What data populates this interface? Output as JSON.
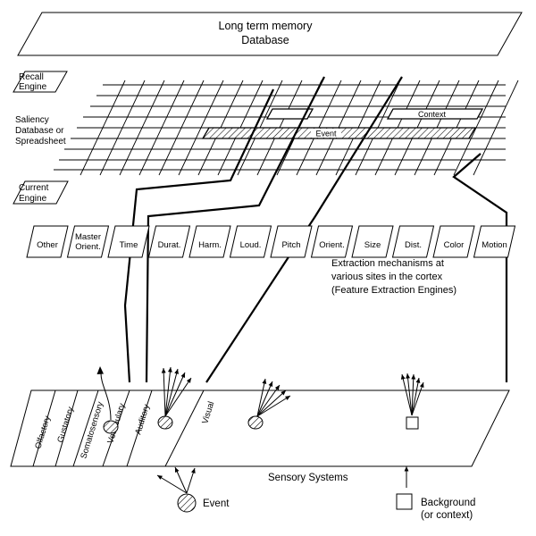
{
  "memory": {
    "line1": "Long term memory",
    "line2": "Database"
  },
  "recall_engine": {
    "line1": "Recall",
    "line2": "Engine"
  },
  "saliency_label": {
    "line1": "Saliency",
    "line2": "Database or",
    "line3": "Spreadsheet"
  },
  "grid_labels": {
    "context": "Context",
    "event": "Event"
  },
  "current_engine": {
    "line1": "Current",
    "line2": "Engine"
  },
  "feature_engines": [
    {
      "lines": [
        "Other"
      ]
    },
    {
      "lines": [
        "Master",
        "Orient."
      ]
    },
    {
      "lines": [
        "Time"
      ]
    },
    {
      "lines": [
        "Durat."
      ]
    },
    {
      "lines": [
        "Harm."
      ]
    },
    {
      "lines": [
        "Loud."
      ]
    },
    {
      "lines": [
        "Pitch"
      ]
    },
    {
      "lines": [
        "Orient."
      ]
    },
    {
      "lines": [
        "Size"
      ]
    },
    {
      "lines": [
        "Dist."
      ]
    },
    {
      "lines": [
        "Color"
      ]
    },
    {
      "lines": [
        "Motion"
      ]
    }
  ],
  "extraction_caption": {
    "line1": "Extraction mechanisms at",
    "line2": "various sites in the cortex",
    "line3": "(Feature Extraction Engines)"
  },
  "sensory_strips": [
    "Olfactory",
    "Gustatory",
    "Somatosensory",
    "Vestibulary",
    "Auditory",
    "Visual"
  ],
  "sensory_systems_label": "Sensory Systems",
  "legend": {
    "event": "Event",
    "background_line1": "Background",
    "background_line2": "(or context)"
  }
}
